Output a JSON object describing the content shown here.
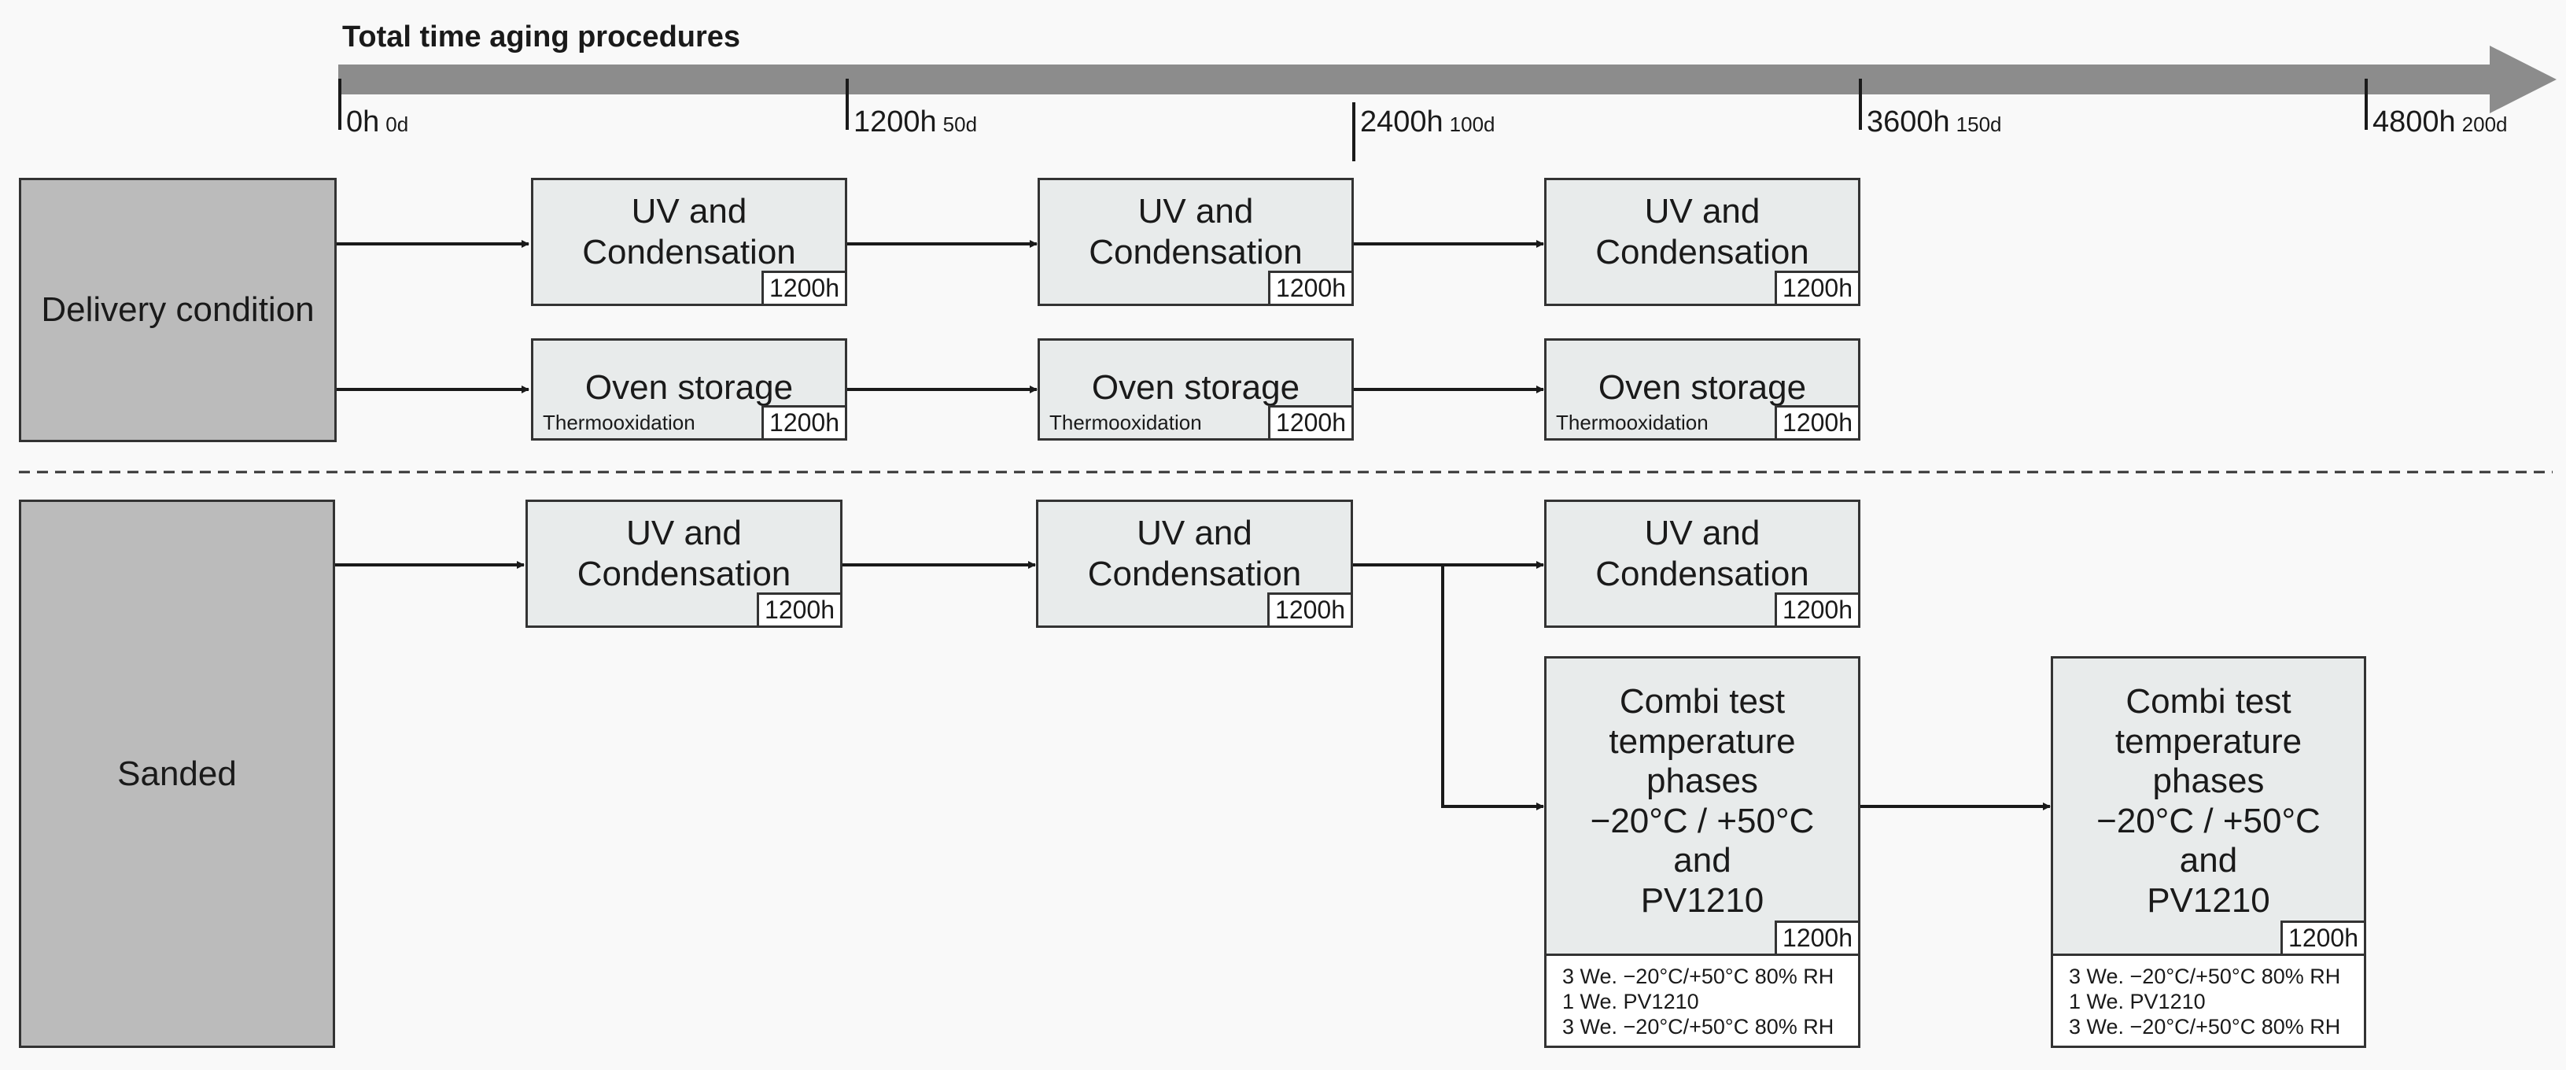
{
  "timeline": {
    "title": "Total time aging procedures",
    "ticks": [
      {
        "hours": "0h",
        "days": "0d"
      },
      {
        "hours": "1200h",
        "days": "50d"
      },
      {
        "hours": "2400h",
        "days": "100d"
      },
      {
        "hours": "3600h",
        "days": "150d"
      },
      {
        "hours": "4800h",
        "days": "200d"
      }
    ]
  },
  "delivery": {
    "label": "Delivery condition",
    "uv": [
      {
        "line1": "UV and",
        "line2": "Condensation",
        "duration": "1200h"
      },
      {
        "line1": "UV and",
        "line2": "Condensation",
        "duration": "1200h"
      },
      {
        "line1": "UV and",
        "line2": "Condensation",
        "duration": "1200h"
      }
    ],
    "oven": [
      {
        "title": "Oven storage",
        "sub": "Thermooxidation",
        "duration": "1200h"
      },
      {
        "title": "Oven storage",
        "sub": "Thermooxidation",
        "duration": "1200h"
      },
      {
        "title": "Oven storage",
        "sub": "Thermooxidation",
        "duration": "1200h"
      }
    ]
  },
  "sanded": {
    "label": "Sanded",
    "uv": [
      {
        "line1": "UV and",
        "line2": "Condensation",
        "duration": "1200h"
      },
      {
        "line1": "UV and",
        "line2": "Condensation",
        "duration": "1200h"
      },
      {
        "line1": "UV and",
        "line2": "Condensation",
        "duration": "1200h"
      }
    ],
    "combi": [
      {
        "lines": [
          "Combi test",
          "temperature",
          "phases",
          "−20°C / +50°C",
          "and",
          "PV1210"
        ],
        "duration": "1200h",
        "notes": [
          "3 We. −20°C/+50°C 80% RH",
          "1 We. PV1210",
          "3 We. −20°C/+50°C 80% RH"
        ]
      },
      {
        "lines": [
          "Combi test",
          "temperature",
          "phases",
          "−20°C / +50°C",
          "and",
          "PV1210"
        ],
        "duration": "1200h",
        "notes": [
          "3 We. −20°C/+50°C 80% RH",
          "1 We. PV1210",
          "3 We. −20°C/+50°C 80% RH"
        ]
      }
    ]
  },
  "colors": {
    "timeline_bar": "#8c8c8c",
    "start_box": "#bbbbbb",
    "step_box": "#e8ebeb",
    "line": "#1a1a1a"
  }
}
